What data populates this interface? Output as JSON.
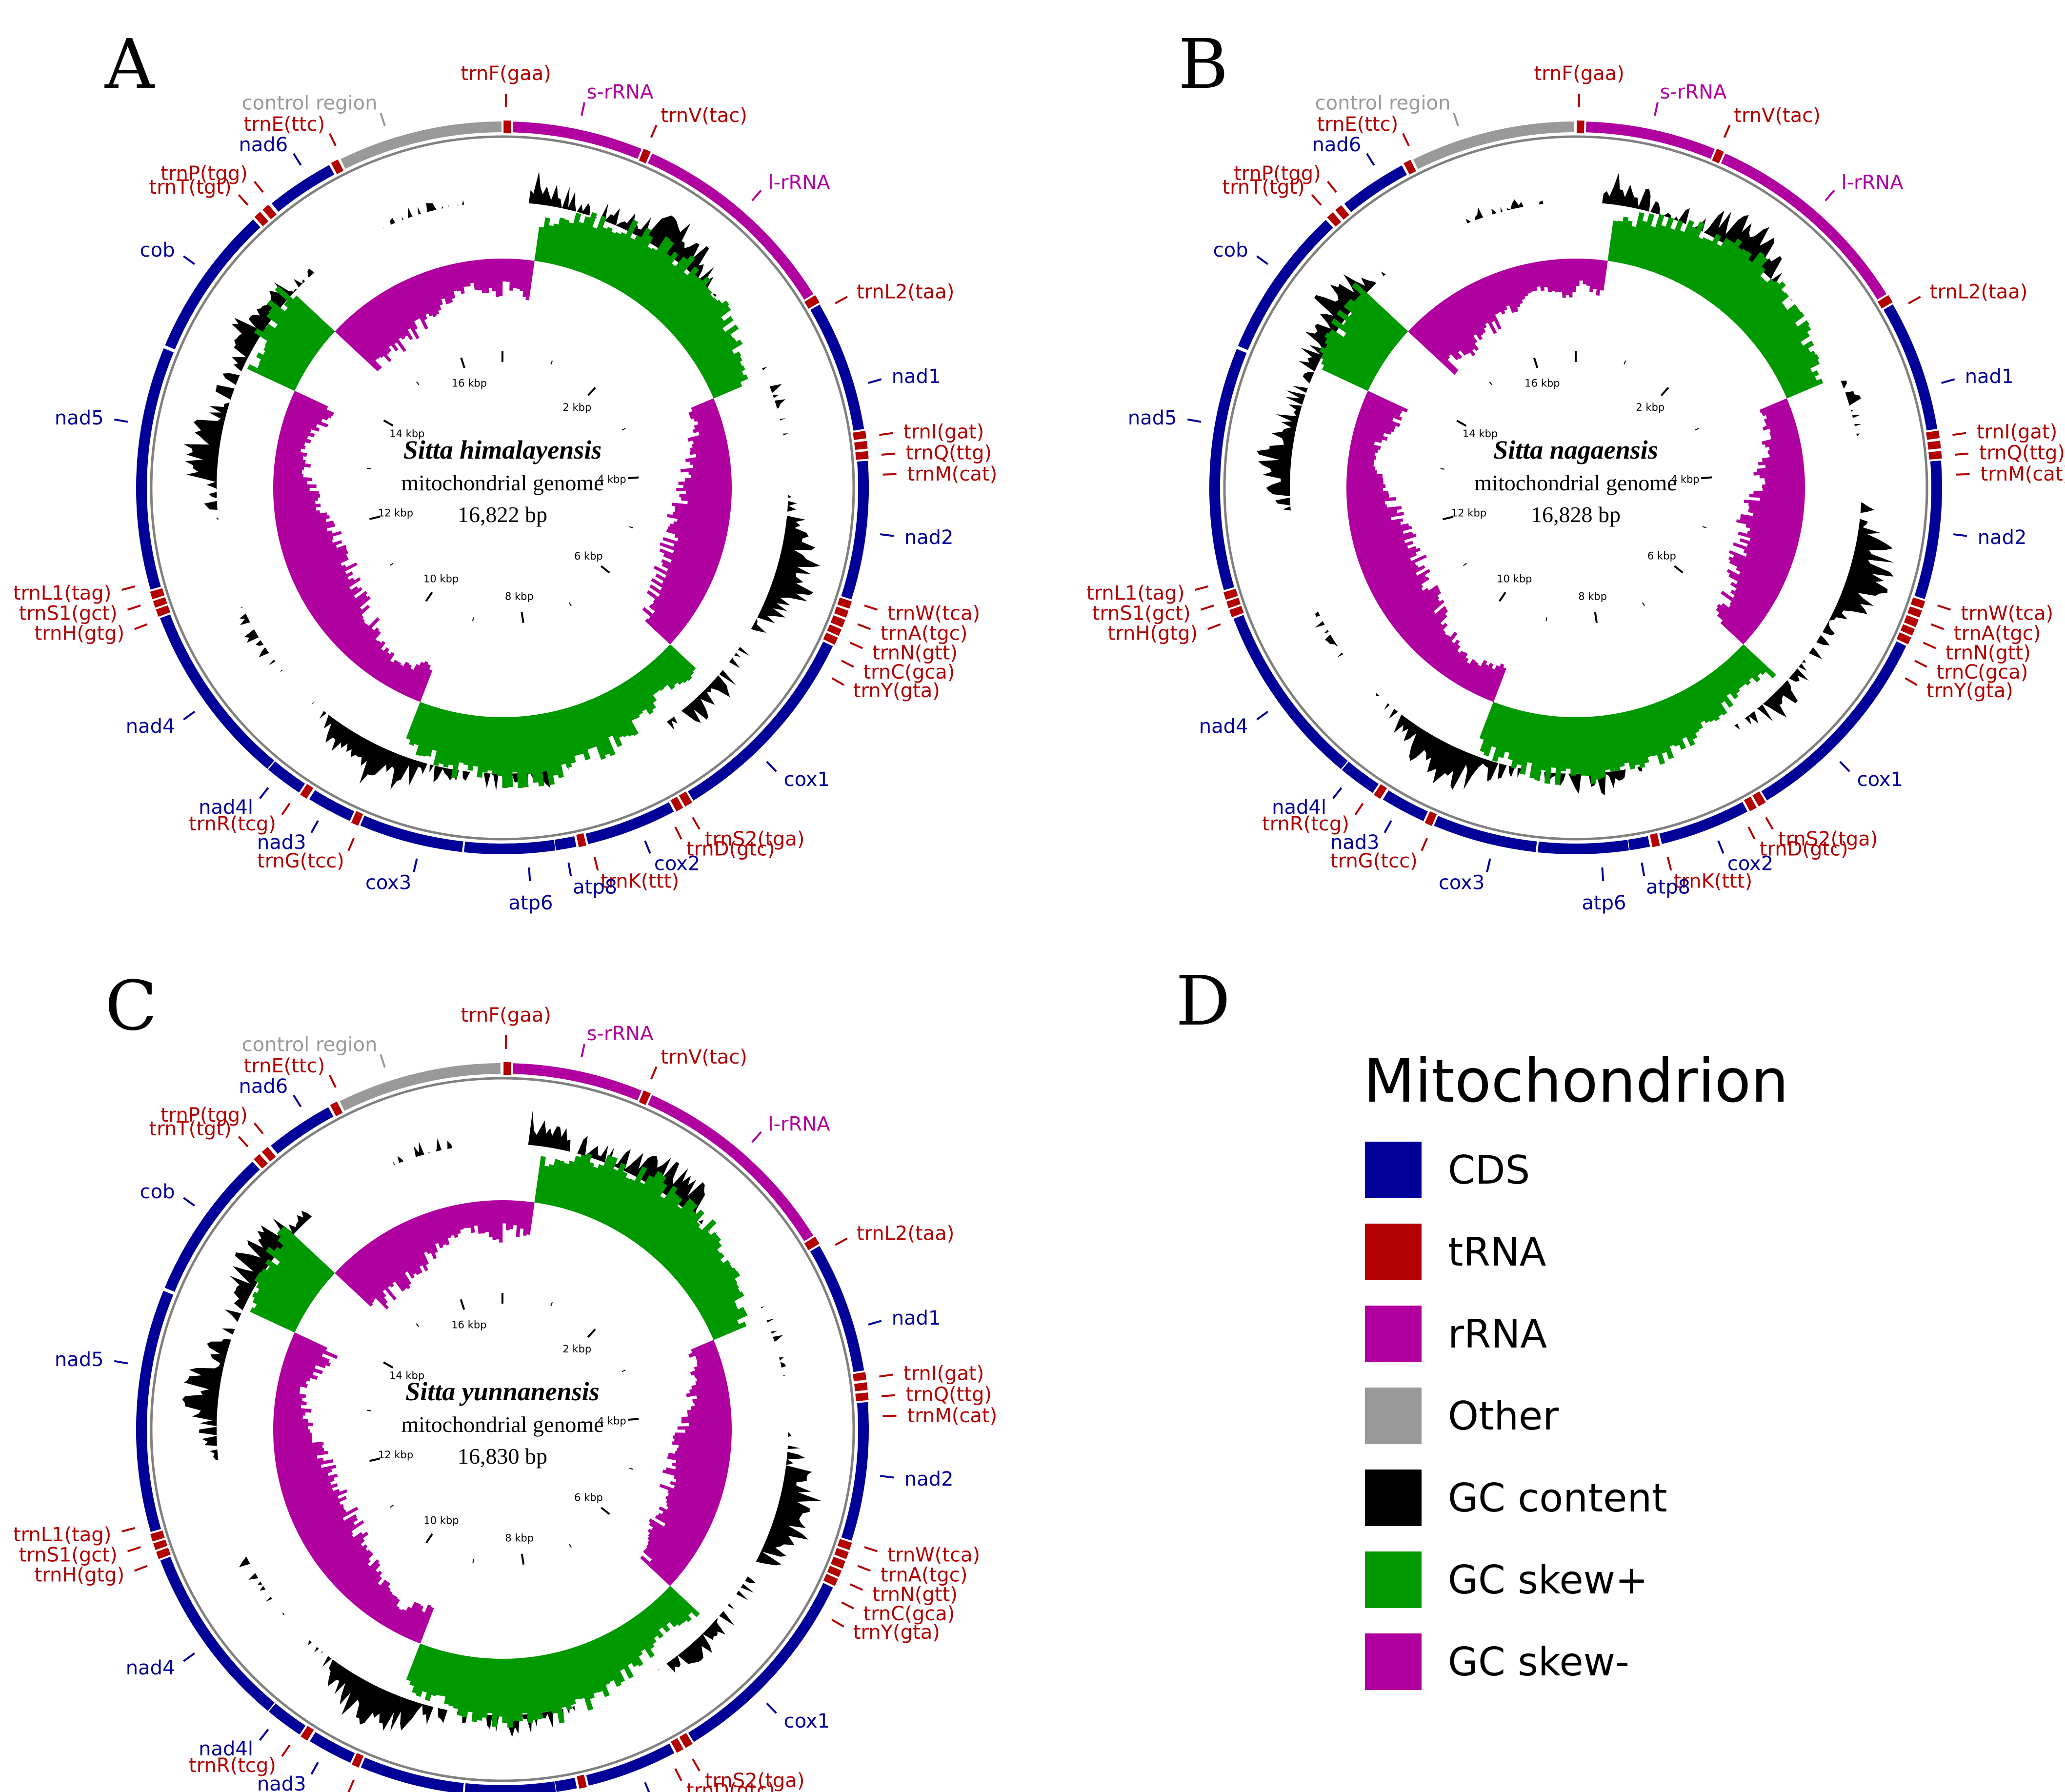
{
  "colors": {
    "cds": "#000099",
    "trna": "#b30000",
    "rrna": "#b000a0",
    "other": "#999999",
    "gc_content": "#000000",
    "gc_skew_pos": "#009900",
    "gc_skew_neg": "#b000a0",
    "backbone": "#808080"
  },
  "genome_labels": {
    "subtitle": "mitochondrial genome",
    "ticks": [
      "2 kbp",
      "4 kbp",
      "6 kbp",
      "8 kbp",
      "10 kbp",
      "12 kbp",
      "14 kbp",
      "16 kbp"
    ]
  },
  "panels": [
    {
      "letter": "A",
      "species": "Sitta himalayensis",
      "size": "16,822 bp",
      "length": 16822
    },
    {
      "letter": "B",
      "species": "Sitta nagaensis",
      "size": "16,828 bp",
      "length": 16828
    },
    {
      "letter": "C",
      "species": "Sitta yunnanensis",
      "size": "16,830 bp",
      "length": 16830
    }
  ],
  "features": [
    {
      "name": "trnF(gaa)",
      "type": "trna",
      "start": 1,
      "end": 70
    },
    {
      "name": "s-rRNA",
      "type": "rrna",
      "start": 70,
      "end": 1050
    },
    {
      "name": "trnV(tac)",
      "type": "trna",
      "start": 1050,
      "end": 1120
    },
    {
      "name": "l-rRNA",
      "type": "rrna",
      "start": 1120,
      "end": 2720
    },
    {
      "name": "trnL2(taa)",
      "type": "trna",
      "start": 2720,
      "end": 2795
    },
    {
      "name": "nad1",
      "type": "cds",
      "start": 2795,
      "end": 3780
    },
    {
      "name": "trnI(gat)",
      "type": "trna",
      "start": 3780,
      "end": 3850
    },
    {
      "name": "trnQ(ttg)",
      "type": "trna",
      "start": 3855,
      "end": 3925
    },
    {
      "name": "trnM(cat)",
      "type": "trna",
      "start": 3930,
      "end": 4000
    },
    {
      "name": "nad2",
      "type": "cds",
      "start": 4000,
      "end": 5040
    },
    {
      "name": "trnW(tca)",
      "type": "trna",
      "start": 5040,
      "end": 5110
    },
    {
      "name": "trnA(tgc)",
      "type": "trna",
      "start": 5112,
      "end": 5180
    },
    {
      "name": "trnN(gtt)",
      "type": "trna",
      "start": 5182,
      "end": 5255
    },
    {
      "name": "trnC(gca)",
      "type": "trna",
      "start": 5256,
      "end": 5322
    },
    {
      "name": "trnY(gta)",
      "type": "trna",
      "start": 5323,
      "end": 5393
    },
    {
      "name": "cox1",
      "type": "cds",
      "start": 5395,
      "end": 6950
    },
    {
      "name": "trnS2(tga)",
      "type": "trna",
      "start": 6950,
      "end": 7024
    },
    {
      "name": "trnD(gtc)",
      "type": "trna",
      "start": 7027,
      "end": 7097
    },
    {
      "name": "cox2",
      "type": "cds",
      "start": 7100,
      "end": 7785
    },
    {
      "name": "trnK(ttt)",
      "type": "trna",
      "start": 7787,
      "end": 7857
    },
    {
      "name": "atp8",
      "type": "cds",
      "start": 7860,
      "end": 8025
    },
    {
      "name": "atp6",
      "type": "cds",
      "start": 8016,
      "end": 8700
    },
    {
      "name": "cox3",
      "type": "cds",
      "start": 8700,
      "end": 9485
    },
    {
      "name": "trnG(tcc)",
      "type": "trna",
      "start": 9485,
      "end": 9555
    },
    {
      "name": "nad3",
      "type": "cds",
      "start": 9555,
      "end": 9905
    },
    {
      "name": "trnR(tcg)",
      "type": "trna",
      "start": 9910,
      "end": 9980
    },
    {
      "name": "nad4l",
      "type": "cds",
      "start": 9980,
      "end": 10275
    },
    {
      "name": "nad4",
      "type": "cds",
      "start": 10270,
      "end": 11650
    },
    {
      "name": "trnH(gtg)",
      "type": "trna",
      "start": 11650,
      "end": 11720
    },
    {
      "name": "trnS1(gct)",
      "type": "trna",
      "start": 11720,
      "end": 11785
    },
    {
      "name": "trnL1(tag)",
      "type": "trna",
      "start": 11785,
      "end": 11856
    },
    {
      "name": "nad5",
      "type": "cds",
      "start": 11856,
      "end": 13670
    },
    {
      "name": "cob",
      "type": "cds",
      "start": 13680,
      "end": 14825
    },
    {
      "name": "trnT(tgt)",
      "type": "trna",
      "start": 14830,
      "end": 14900
    },
    {
      "name": "trnP(tgg)",
      "type": "trna",
      "start": 14910,
      "end": 14980
    },
    {
      "name": "nad6",
      "type": "cds",
      "start": 14990,
      "end": 15510
    },
    {
      "name": "trnE(ttc)",
      "type": "trna",
      "start": 15515,
      "end": 15585
    },
    {
      "name": "control region",
      "type": "other",
      "start": 15590,
      "end": 16822
    }
  ],
  "labels": [
    {
      "text": "control region",
      "type": "other"
    },
    {
      "text": "trnF(gaa)",
      "type": "trna"
    },
    {
      "text": "s-rRNA",
      "type": "rrna"
    },
    {
      "text": "trnV(tac)",
      "type": "trna"
    },
    {
      "text": "l-rRNA",
      "type": "rrna"
    },
    {
      "text": "trnL2(taa)",
      "type": "trna"
    },
    {
      "text": "nad1",
      "type": "cds"
    },
    {
      "text": "trnI(gat)",
      "type": "trna"
    },
    {
      "text": "trnQ(ttg)",
      "type": "trna"
    },
    {
      "text": "trnM(cat)",
      "type": "trna"
    },
    {
      "text": "nad2",
      "type": "cds"
    },
    {
      "text": "trnW(tca)",
      "type": "trna"
    },
    {
      "text": "trnA(tgc)",
      "type": "trna"
    },
    {
      "text": "trnN(gtt)",
      "type": "trna"
    },
    {
      "text": "trnC(gca)",
      "type": "trna"
    },
    {
      "text": "trnY(gta)",
      "type": "trna"
    },
    {
      "text": "cox1",
      "type": "cds"
    },
    {
      "text": "trnS2(tga)",
      "type": "trna"
    },
    {
      "text": "trnD(gtc)",
      "type": "trna"
    },
    {
      "text": "cox2",
      "type": "cds"
    },
    {
      "text": "trnK(ttt)",
      "type": "trna"
    },
    {
      "text": "atp8",
      "type": "cds"
    },
    {
      "text": "atp6",
      "type": "cds"
    },
    {
      "text": "cox3",
      "type": "cds"
    },
    {
      "text": "trnG(tcc)",
      "type": "trna"
    },
    {
      "text": "nad3",
      "type": "cds"
    },
    {
      "text": "trnR(tcg)",
      "type": "trna"
    },
    {
      "text": "nad4l",
      "type": "cds"
    },
    {
      "text": "nad4",
      "type": "cds"
    },
    {
      "text": "trnH(gtg)",
      "type": "trna"
    },
    {
      "text": "trnS1(gct)",
      "type": "trna"
    },
    {
      "text": "trnL1(tag)",
      "type": "trna"
    },
    {
      "text": "nad5",
      "type": "cds"
    },
    {
      "text": "cob",
      "type": "cds"
    },
    {
      "text": "trnT(tgt)",
      "type": "trna"
    },
    {
      "text": "trnP(tgg)",
      "type": "trna"
    },
    {
      "text": "nad6",
      "type": "cds"
    },
    {
      "text": "trnE(ttc)",
      "type": "trna"
    }
  ],
  "legend": {
    "letter": "D",
    "title": "Mitochondrion",
    "items": [
      {
        "label": "CDS",
        "color": "#000099"
      },
      {
        "label": "tRNA",
        "color": "#b30000"
      },
      {
        "label": "rRNA",
        "color": "#b000a0"
      },
      {
        "label": "Other",
        "color": "#999999"
      },
      {
        "label": "GC content",
        "color": "#000000"
      },
      {
        "label": "GC skew+",
        "color": "#009900"
      },
      {
        "label": "GC skew-",
        "color": "#b000a0"
      }
    ]
  }
}
